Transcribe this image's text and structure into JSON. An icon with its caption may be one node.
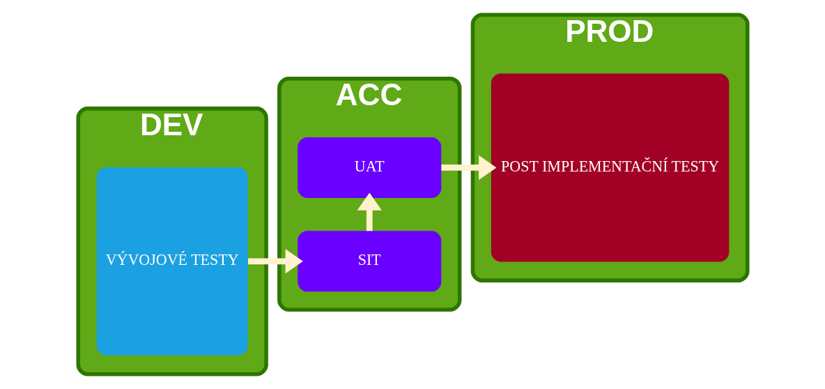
{
  "diagram": {
    "nodes": [
      {
        "text": [
          "DEV"
        ]
      },
      {
        "text": [
          "VÝVOJOVÉ TESTY"
        ],
        "in": 0
      },
      {
        "text": [
          "ACC"
        ]
      },
      {
        "text": [
          "SIT"
        ],
        "in": 2
      },
      {
        "text": [
          "UAT"
        ],
        "in": 2
      },
      {
        "text": [
          "PROD"
        ]
      },
      {
        "text": [
          "POST IMPLEMENTAČNÍ TESTY"
        ],
        "in": 5
      }
    ],
    "edges": [
      {
        "from": 1,
        "to": 3,
        "arrow": "to"
      },
      {
        "from": 3,
        "to": 4,
        "arrow": "to"
      },
      {
        "from": 4,
        "to": 6,
        "arrow": "to"
      }
    ]
  }
}
